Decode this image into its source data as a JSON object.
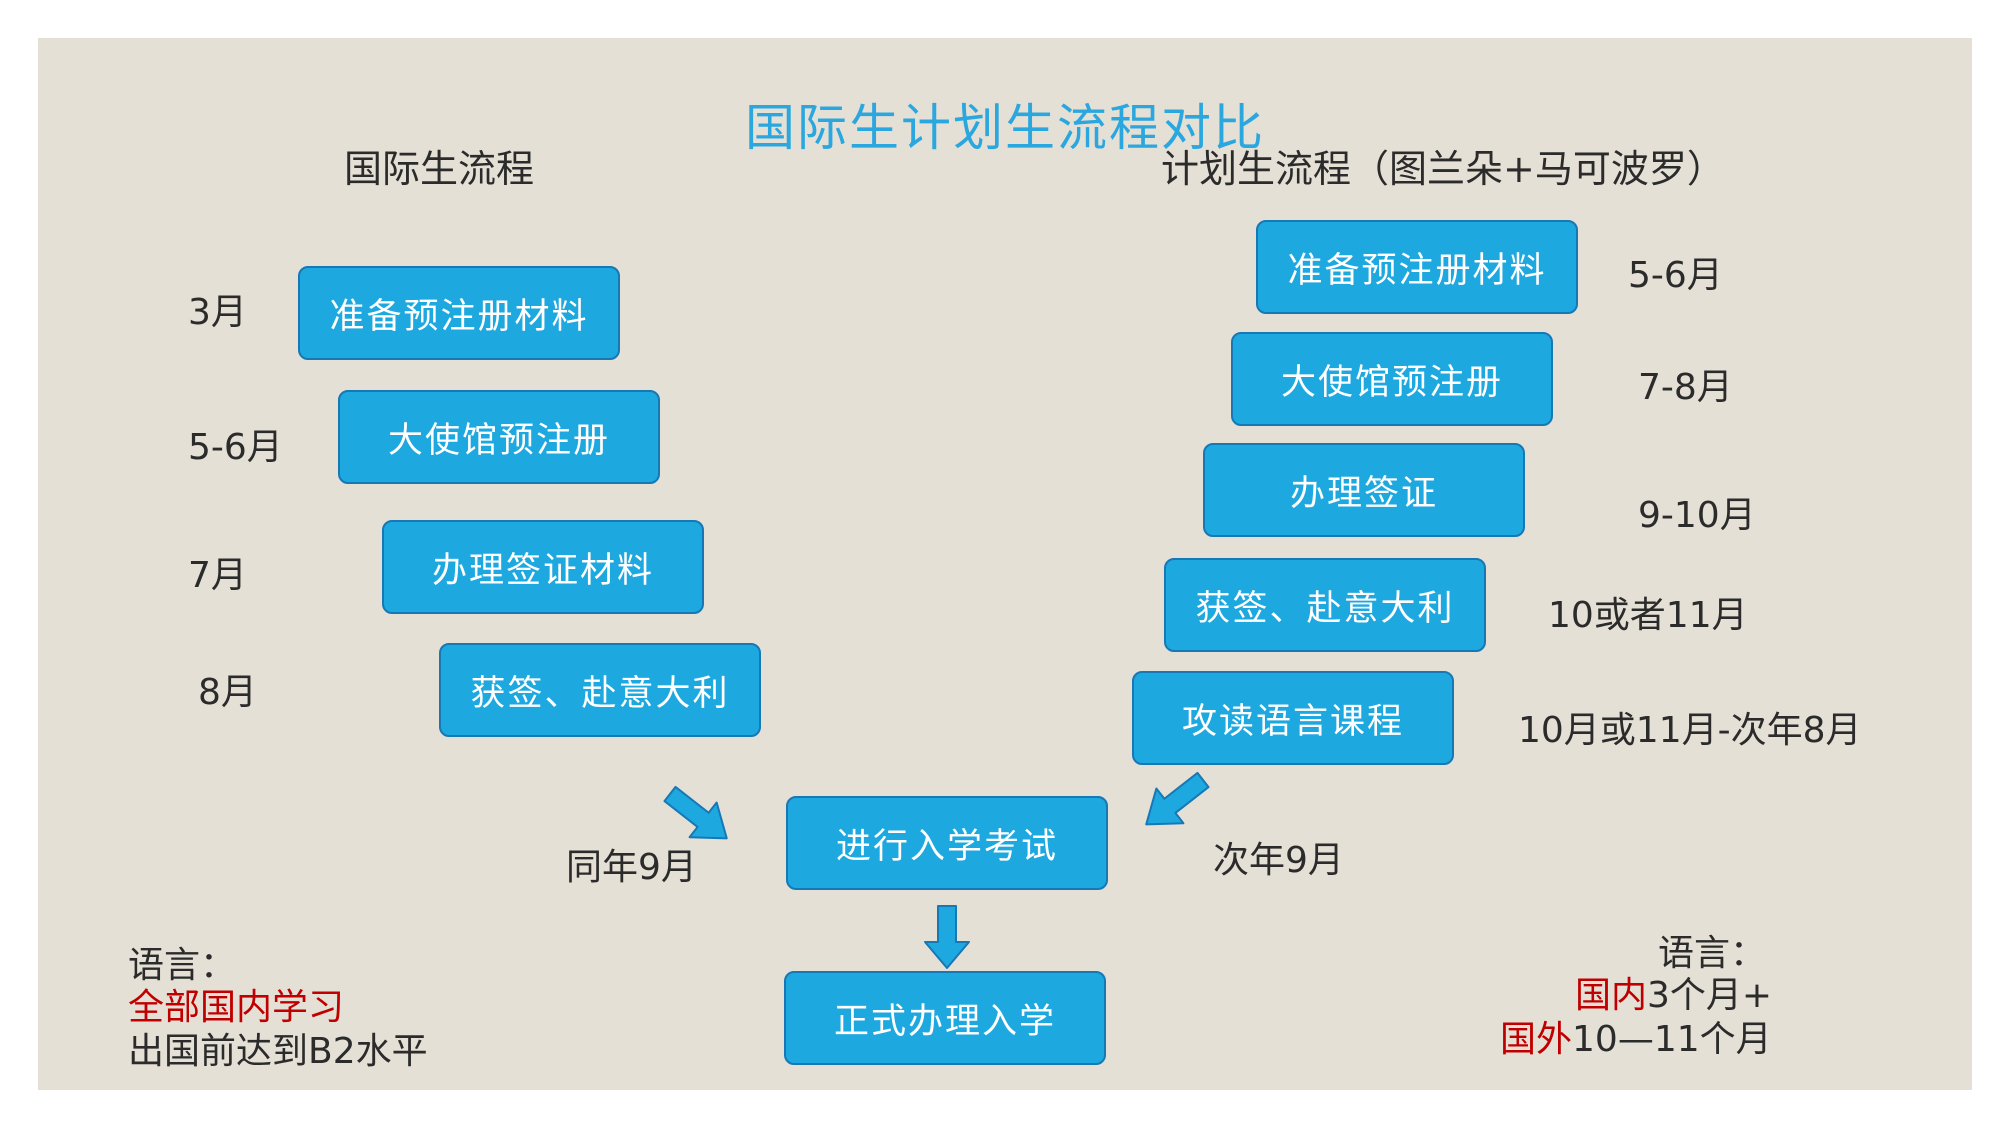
{
  "title": "国际生计划生流程对比",
  "left": {
    "heading": "国际生流程",
    "steps": [
      {
        "label": "准备预注册材料",
        "month": "3月"
      },
      {
        "label": "大使馆预注册",
        "month": "5-6月"
      },
      {
        "label": "办理签证材料",
        "month": "7月"
      },
      {
        "label": "获签、赴意大利",
        "month": "8月"
      }
    ],
    "to_exam_label": "同年9月"
  },
  "right": {
    "heading": "计划生流程（图兰朵+马可波罗）",
    "steps": [
      {
        "label": "准备预注册材料",
        "month": "5-6月"
      },
      {
        "label": "大使馆预注册",
        "month": "7-8月"
      },
      {
        "label": "办理签证",
        "month": "9-10月"
      },
      {
        "label": "获签、赴意大利",
        "month": "10或者11月"
      },
      {
        "label": "攻读语言课程",
        "month": "10月或11月-次年8月"
      }
    ],
    "to_exam_label": "次年9月"
  },
  "center": {
    "exam": "进行入学考试",
    "enroll": "正式办理入学"
  },
  "left_language": {
    "label": "语言：",
    "highlight": "全部国内学习",
    "detail": "出国前达到B2水平"
  },
  "right_language": {
    "label": "语言：",
    "line1_highlight": "国内",
    "line1_rest": "3个月+",
    "line2_highlight": "国外",
    "line2_rest": "10—11个月"
  },
  "colors": {
    "background": "#e5e0d6",
    "box_fill": "#1ea8e0",
    "box_border": "#1678b5",
    "title": "#2aa7df",
    "highlight": "#c00000"
  },
  "icons": {
    "left_arrow": "arrow-down-right-icon",
    "right_arrow": "arrow-down-left-icon",
    "down_arrow": "arrow-down-icon"
  }
}
